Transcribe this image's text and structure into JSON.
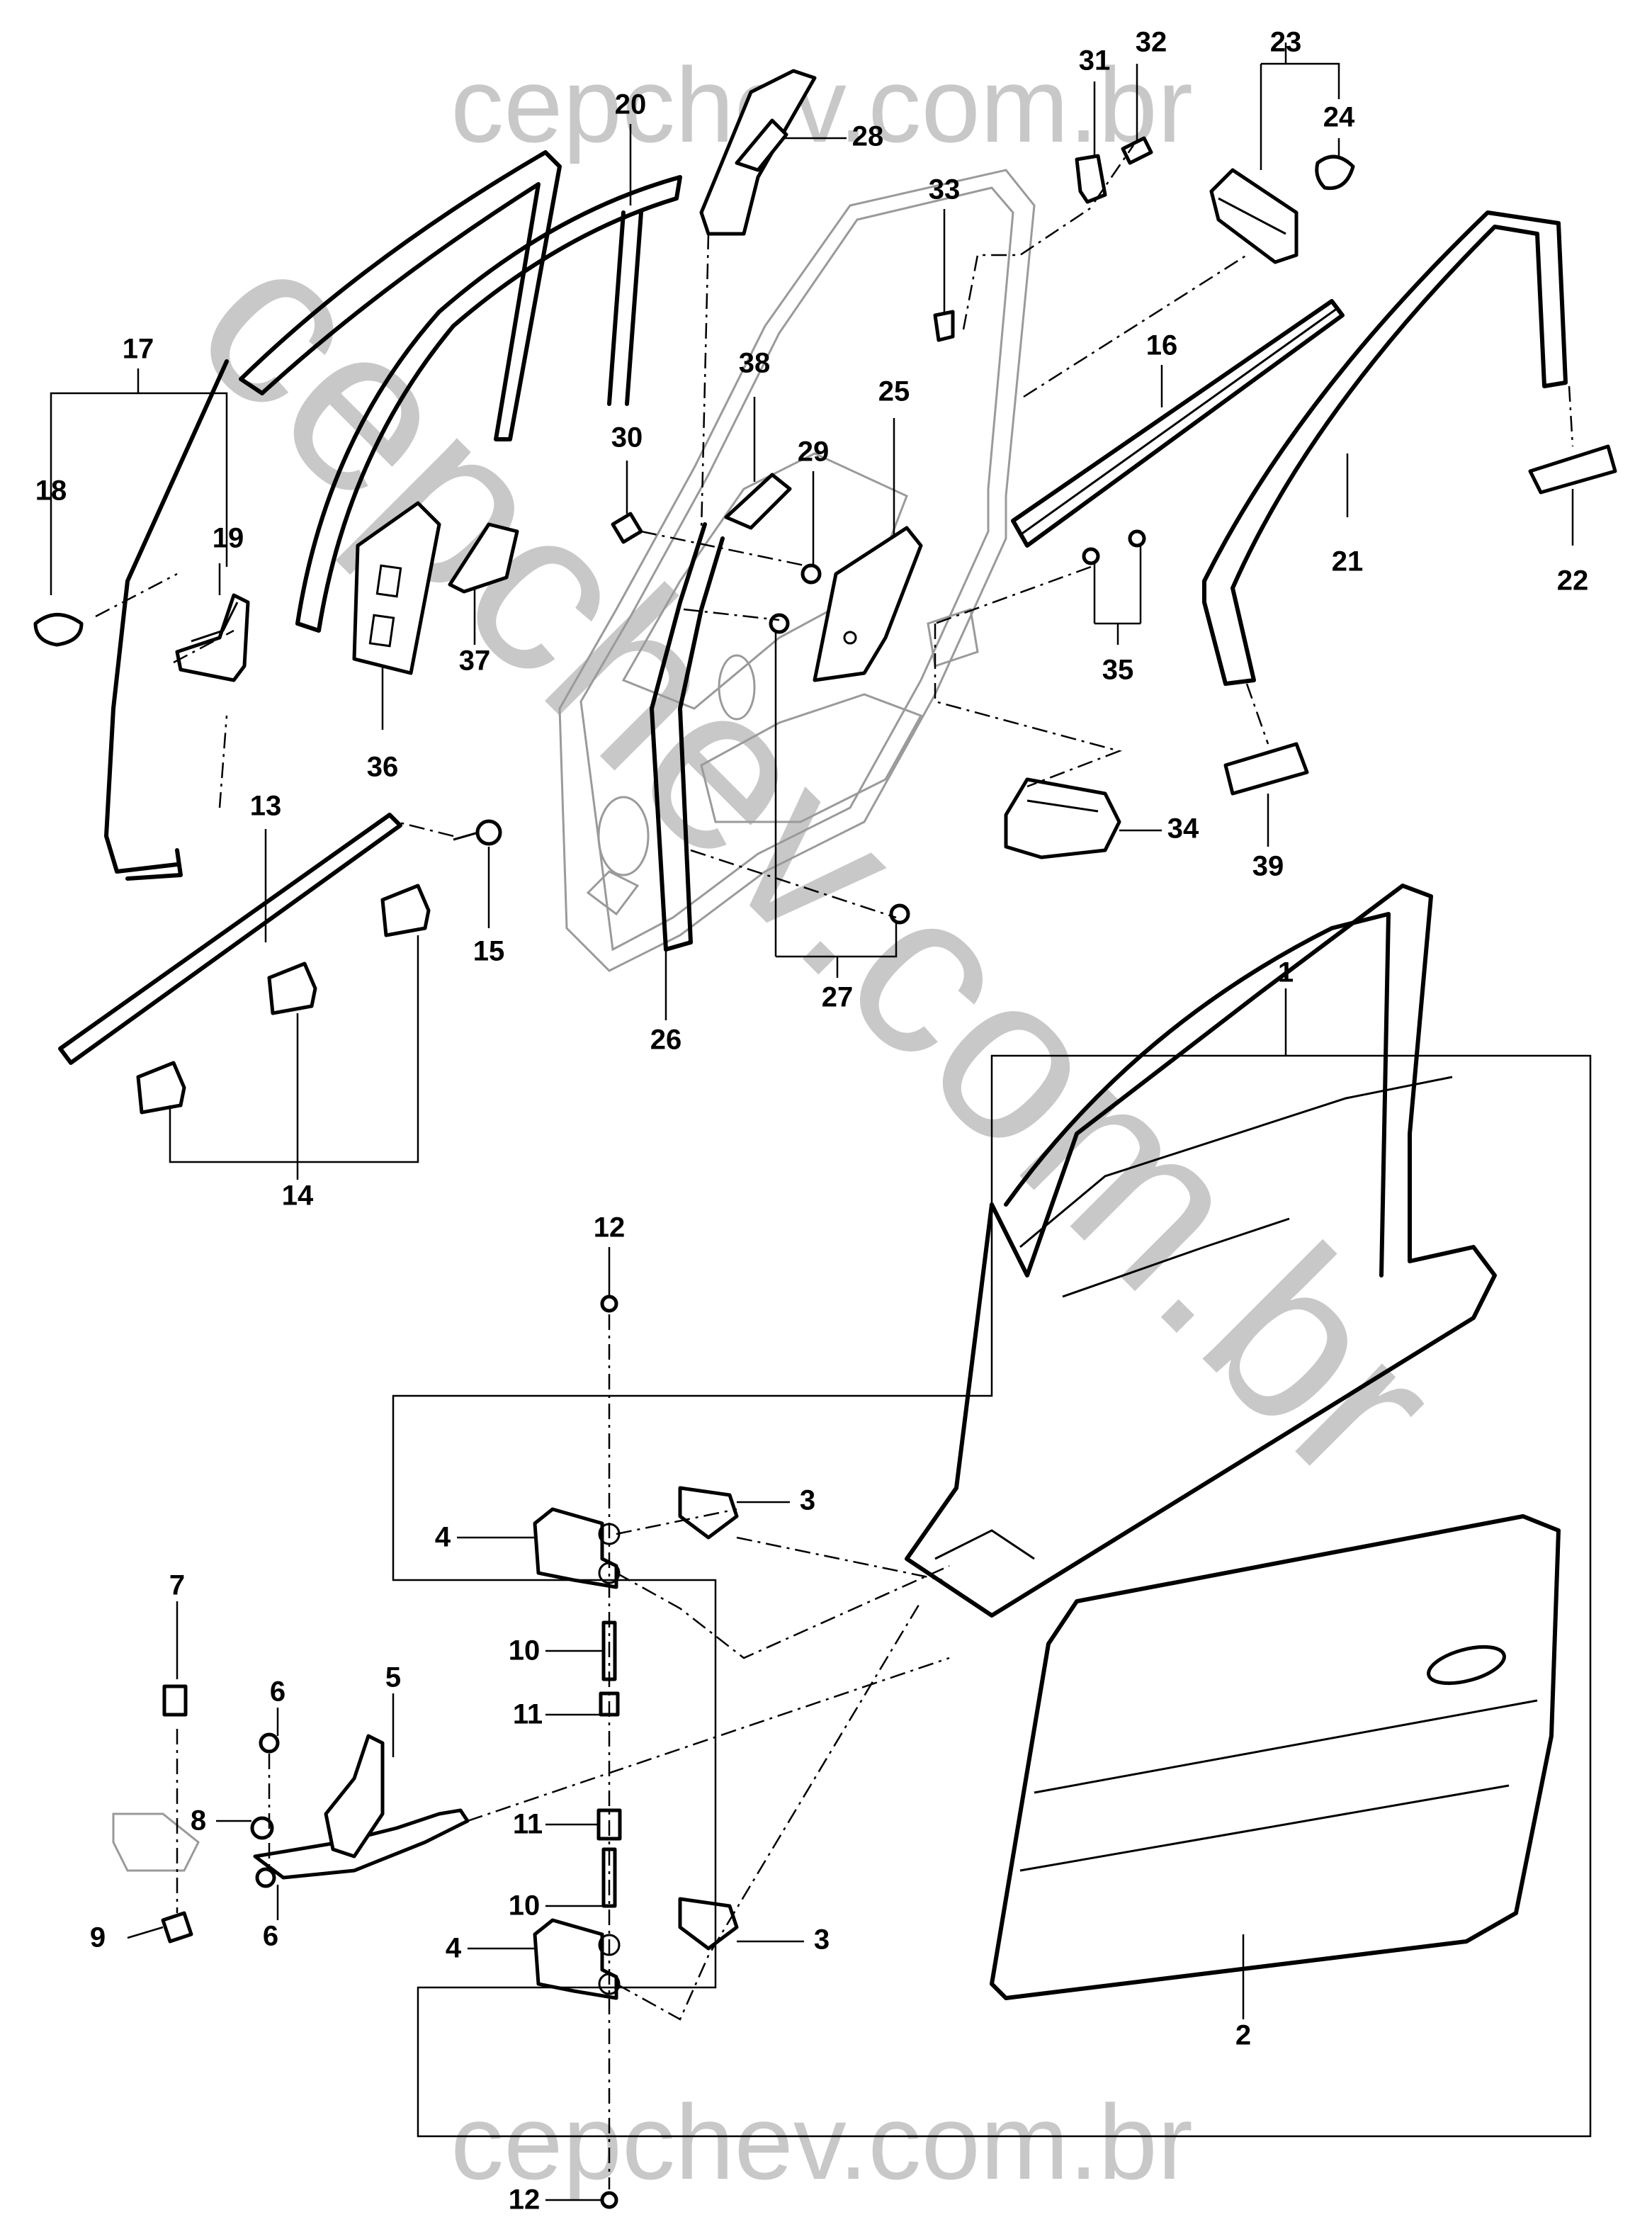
{
  "watermark": {
    "top": "cepchev.com.br",
    "diagonal": "cepchev.com.br",
    "bottom": "cepchev.com.br"
  },
  "callouts": [
    {
      "id": "1",
      "label": "1"
    },
    {
      "id": "2",
      "label": "2"
    },
    {
      "id": "3a",
      "label": "3"
    },
    {
      "id": "3b",
      "label": "3"
    },
    {
      "id": "4a",
      "label": "4"
    },
    {
      "id": "4b",
      "label": "4"
    },
    {
      "id": "5",
      "label": "5"
    },
    {
      "id": "6a",
      "label": "6"
    },
    {
      "id": "6b",
      "label": "6"
    },
    {
      "id": "7",
      "label": "7"
    },
    {
      "id": "8",
      "label": "8"
    },
    {
      "id": "9",
      "label": "9"
    },
    {
      "id": "10a",
      "label": "10"
    },
    {
      "id": "10b",
      "label": "10"
    },
    {
      "id": "11a",
      "label": "11"
    },
    {
      "id": "11b",
      "label": "11"
    },
    {
      "id": "12a",
      "label": "12"
    },
    {
      "id": "12b",
      "label": "12"
    },
    {
      "id": "13",
      "label": "13"
    },
    {
      "id": "14",
      "label": "14"
    },
    {
      "id": "15",
      "label": "15"
    },
    {
      "id": "16",
      "label": "16"
    },
    {
      "id": "17",
      "label": "17"
    },
    {
      "id": "18",
      "label": "18"
    },
    {
      "id": "19",
      "label": "19"
    },
    {
      "id": "20",
      "label": "20"
    },
    {
      "id": "21",
      "label": "21"
    },
    {
      "id": "22",
      "label": "22"
    },
    {
      "id": "23",
      "label": "23"
    },
    {
      "id": "24",
      "label": "24"
    },
    {
      "id": "25",
      "label": "25"
    },
    {
      "id": "26",
      "label": "26"
    },
    {
      "id": "27",
      "label": "27"
    },
    {
      "id": "28",
      "label": "28"
    },
    {
      "id": "29",
      "label": "29"
    },
    {
      "id": "30",
      "label": "30"
    },
    {
      "id": "31",
      "label": "31"
    },
    {
      "id": "32",
      "label": "32"
    },
    {
      "id": "33",
      "label": "33"
    },
    {
      "id": "34",
      "label": "34"
    },
    {
      "id": "35",
      "label": "35"
    },
    {
      "id": "36",
      "label": "36"
    },
    {
      "id": "37",
      "label": "37"
    },
    {
      "id": "38",
      "label": "38"
    },
    {
      "id": "39",
      "label": "39"
    }
  ]
}
